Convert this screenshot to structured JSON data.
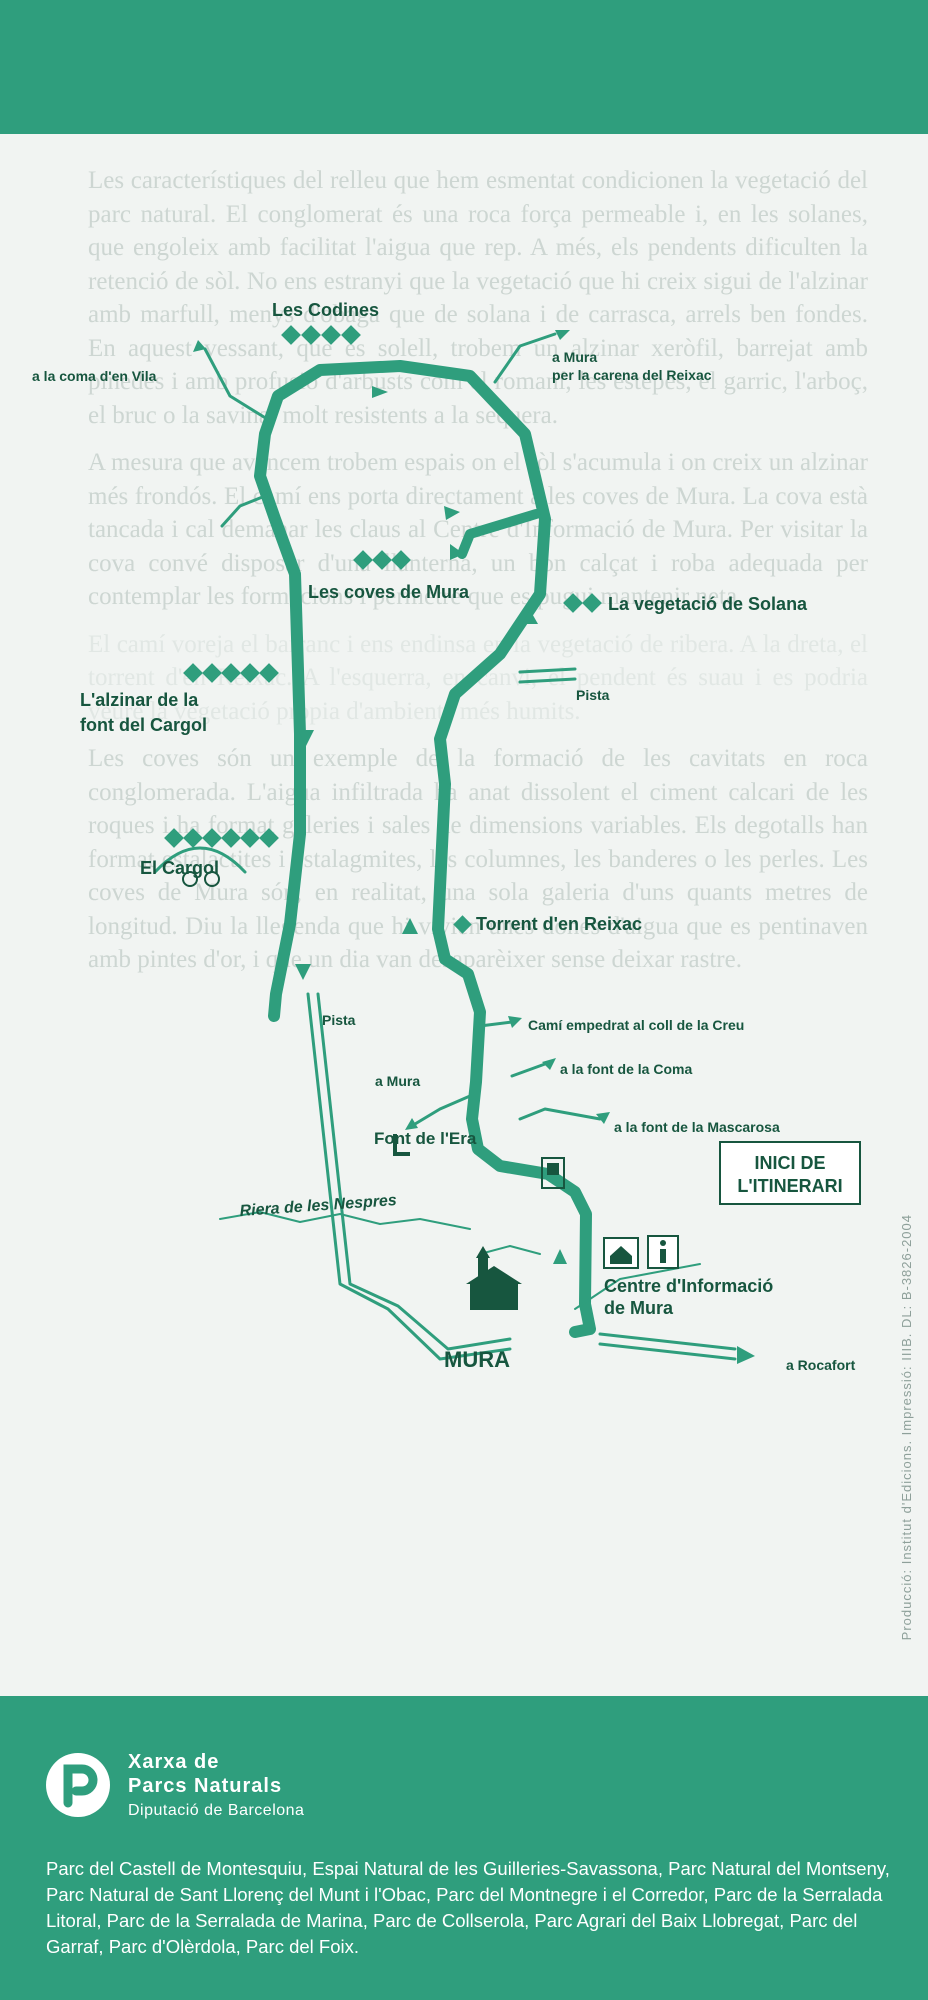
{
  "map": {
    "labels": {
      "codines": "Les Codines",
      "coma_vila": "a la coma d'en Vila",
      "mura_carena_1": "a Mura",
      "mura_carena_2": "per la carena del Reixac",
      "coves": "Les coves de Mura",
      "solana": "La vegetació de Solana",
      "pista_1": "Pista",
      "alzinar_1": "L'alzinar de la",
      "alzinar_2": "font del Cargol",
      "cargol": "El Cargol",
      "torrent": "Torrent d'en Reixac",
      "pista_2": "Pista",
      "cami_empedrat": "Camí empedrat al coll de la Creu",
      "a_mura": "a Mura",
      "font_coma": "a la font de la Coma",
      "font_mascarosa": "a la font de la Mascarosa",
      "font_era": "Font de l'Era",
      "inici_1": "INICI DE",
      "inici_2": "L'ITINERARI",
      "riera": "Riera   de   les   Nespres",
      "centre_1": "Centre d'Informació",
      "centre_2": "de Mura",
      "mura": "MURA",
      "rocafort": "a Rocafort"
    }
  },
  "vertical_credit": "Producció: Institut d'Edicions. Impressió: IIIB. DL: B-3826-2004",
  "footer": {
    "org_line1": "Xarxa de",
    "org_line2": "Parcs Naturals",
    "org_line3": "Diputació de Barcelona",
    "parks": "Parc del Castell de Montesquiu, Espai Natural de les Guilleries-Savassona, Parc Natural del Montseny, Parc Natural de Sant Llorenç del Munt i l'Obac, Parc del Montnegre i el Corredor, Parc de la Serralada Litoral, Parc de la Serralada de Marina, Parc de Collserola, Parc Agrari del Baix Llobregat, Parc del Garraf, Parc d'Olèrdola, Parc del Foix."
  },
  "colors": {
    "route": "#2f9e7d",
    "label": "#17563f",
    "band": "#2f9e7d"
  }
}
